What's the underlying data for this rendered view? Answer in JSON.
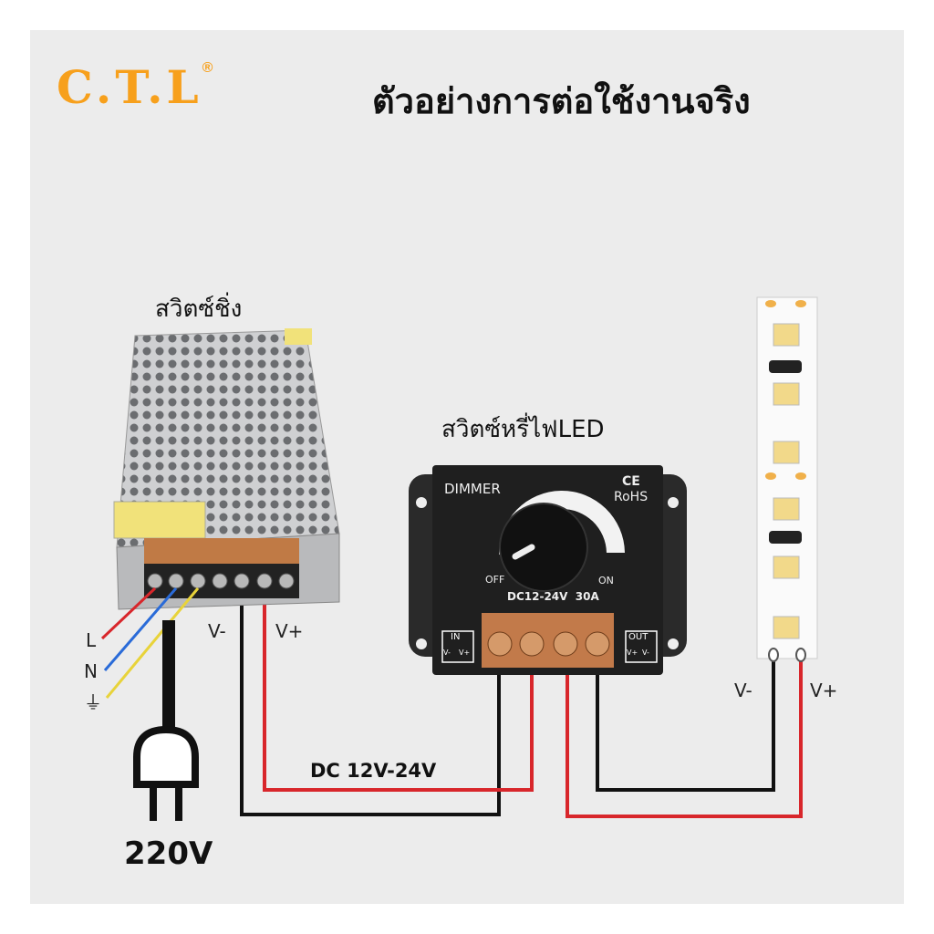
{
  "logo": {
    "text": "C.T.L",
    "mark": "®"
  },
  "title": "ตัวอย่างการต่อใช้งานจริง",
  "labels": {
    "power_supply": "สวิตซ์ชิ่ง",
    "dimmer": "สวิตซ์หรี่ไฟLED",
    "ps_vminus": "V-",
    "ps_vplus": "V+",
    "L": "L",
    "N": "N",
    "ground": "⏚",
    "voltage_ac": "220V",
    "voltage_dc": "DC 12V-24V",
    "strip_vminus": "V-",
    "strip_vplus": "V+"
  },
  "dimmer": {
    "brand": "DIMMER",
    "ce": "CE",
    "rohs": "RoHS",
    "off": "OFF",
    "on": "ON",
    "rating": "DC12-24V  30A",
    "in": "IN",
    "in_pins": [
      "V-",
      "V+"
    ],
    "out": "OUT",
    "out_pins": [
      "V+",
      "V-"
    ]
  },
  "colors": {
    "accent": "#f7a01c",
    "wire_red": "#d8262b",
    "wire_black": "#111111"
  }
}
